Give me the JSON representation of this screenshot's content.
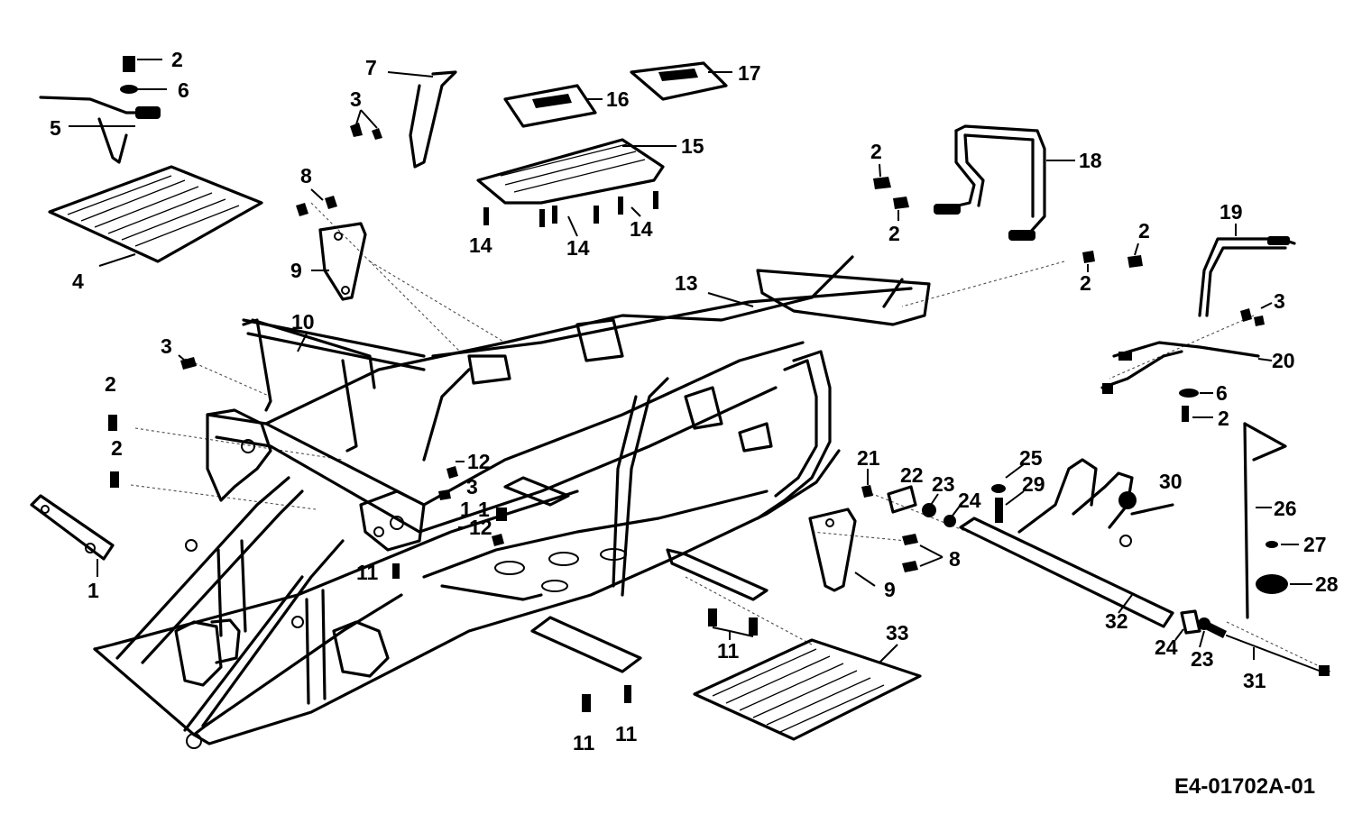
{
  "drawing_code": "E4-01702A-01",
  "labels": {
    "n1": "1",
    "n2": "2",
    "n3": "3",
    "n4": "4",
    "n5": "5",
    "n6": "6",
    "n7": "7",
    "n8": "8",
    "n9": "9",
    "n10": "10",
    "n11": "11",
    "n12": "12",
    "n13": "13",
    "n14": "14",
    "n15": "15",
    "n16": "16",
    "n17": "17",
    "n18": "18",
    "n19": "19",
    "n20": "20",
    "n21": "21",
    "n22": "22",
    "n23": "23",
    "n24": "24",
    "n25": "25",
    "n26": "26",
    "n27": "27",
    "n28": "28",
    "n29": "29",
    "n30": "30",
    "n31": "31",
    "n32": "32",
    "n33": "33"
  }
}
